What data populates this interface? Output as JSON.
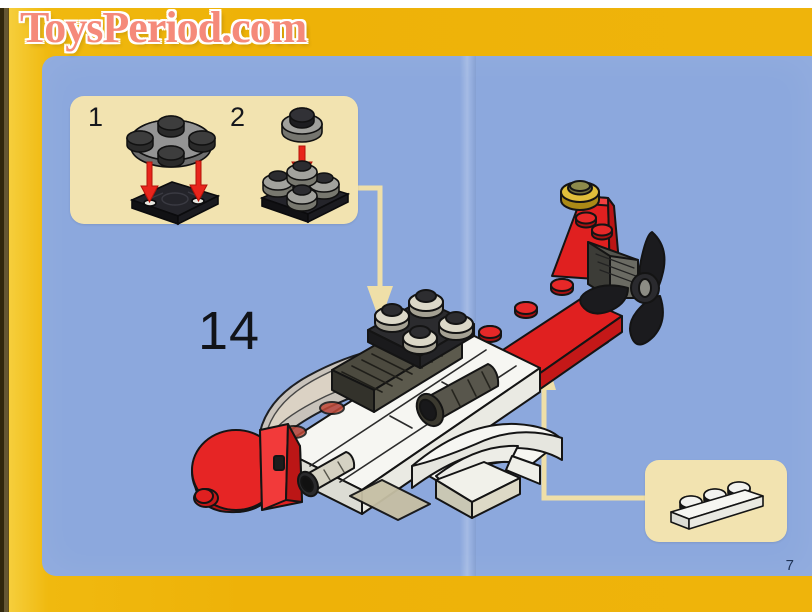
{
  "watermark": {
    "text": "ToysPeriod.com",
    "color": "#f58a7a"
  },
  "page": {
    "number": "7",
    "frame_color": "#efb40b",
    "background_color": "#8ca8dd",
    "callout_color": "#f2e3b0"
  },
  "main_step": {
    "number": "14",
    "model_name": "red-white-helicopter"
  },
  "substep_box": {
    "steps": [
      {
        "number": "1",
        "name": "attach-round-plate-to-black-plate"
      },
      {
        "number": "2",
        "name": "attach-round-stud-to-assembly"
      }
    ]
  },
  "part_box": {
    "part_name": "white-1x3-plate",
    "quantity": ""
  },
  "connectors": [
    {
      "name": "substep-to-model-arrow",
      "direction": "down"
    },
    {
      "name": "part-to-model-arrow",
      "direction": "up"
    }
  ],
  "colors": {
    "lego_red": "#e02020",
    "lego_white": "#f4f4ee",
    "lego_black": "#16181c",
    "lego_gray": "#8d8d88",
    "lego_dark_gray": "#4a4a46",
    "lego_gold": "#d8b227",
    "lego_tan": "#bdb49a",
    "arrow_red": "#e8251c",
    "arrow_cream": "#efdfa8"
  }
}
